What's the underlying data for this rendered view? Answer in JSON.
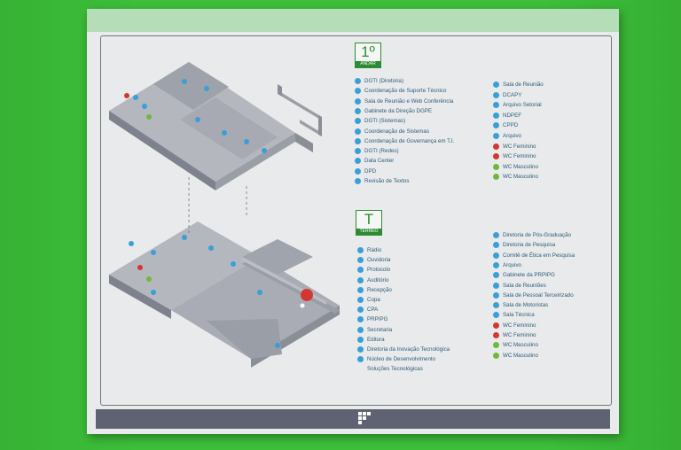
{
  "floors": [
    {
      "number": "1º",
      "name": "ANDAR",
      "rooms_col1": [
        "DGTI (Diretoria)",
        "Coordenação de Suporte Técnico",
        "Sala de Reunião e Web Conferência",
        "Gabinete da Direção DGPE",
        "DGTI (Sistemas)",
        "Coordenação de Sistemas",
        "Coordenação de Governança em T.I.",
        "DGTI (Redes)",
        "Data Center",
        "DPD",
        "Revisão de Textos"
      ],
      "rooms_col2": [
        "Sala de Reunião",
        "DCAPY",
        "Arquivo Setorial",
        "NDPEF",
        "CPPD",
        "Arquivo",
        "WC Feminino",
        "WC Feminino",
        "WC Masculino",
        "WC Masculino"
      ]
    },
    {
      "number": "T",
      "name": "TÉRREO",
      "rooms_col1": [
        "Rádio",
        "Ouvidoria",
        "Protocolo",
        "Auditório",
        "Recepção",
        "Copa",
        "CPA",
        "PRPIPG",
        "Secretaria",
        "Editora",
        "Diretoria da Inovação Tecnológica",
        "Núcleo de Desenvolvimento",
        "Soluções Tecnológicas"
      ],
      "rooms_col2": [
        "Diretoria de Pós-Graduação",
        "Diretoria de Pesquisa",
        "Comitê de Ética em Pesquisa",
        "Arquivo",
        "Gabinete da PRPIPG",
        "Sala de Reuniões",
        "Sala de Pessoal Terceirizado",
        "Sala de Motoristas",
        "Sala Técnica",
        "WC Feminino",
        "WC Feminino",
        "WC Masculino",
        "WC Masculino"
      ]
    }
  ],
  "colors": {
    "wall": "#3dbf3a",
    "plaque": "#e9eaec",
    "accent": "#2f8a34",
    "marker_blue": "#3a9fd6",
    "marker_red": "#d4372f",
    "marker_green": "#6fb83f",
    "bar": "#5e6272"
  },
  "icons": [
    "map-pin-icon",
    "institute-logo-icon",
    "wheelchair-icon",
    "female-icon",
    "male-icon"
  ]
}
